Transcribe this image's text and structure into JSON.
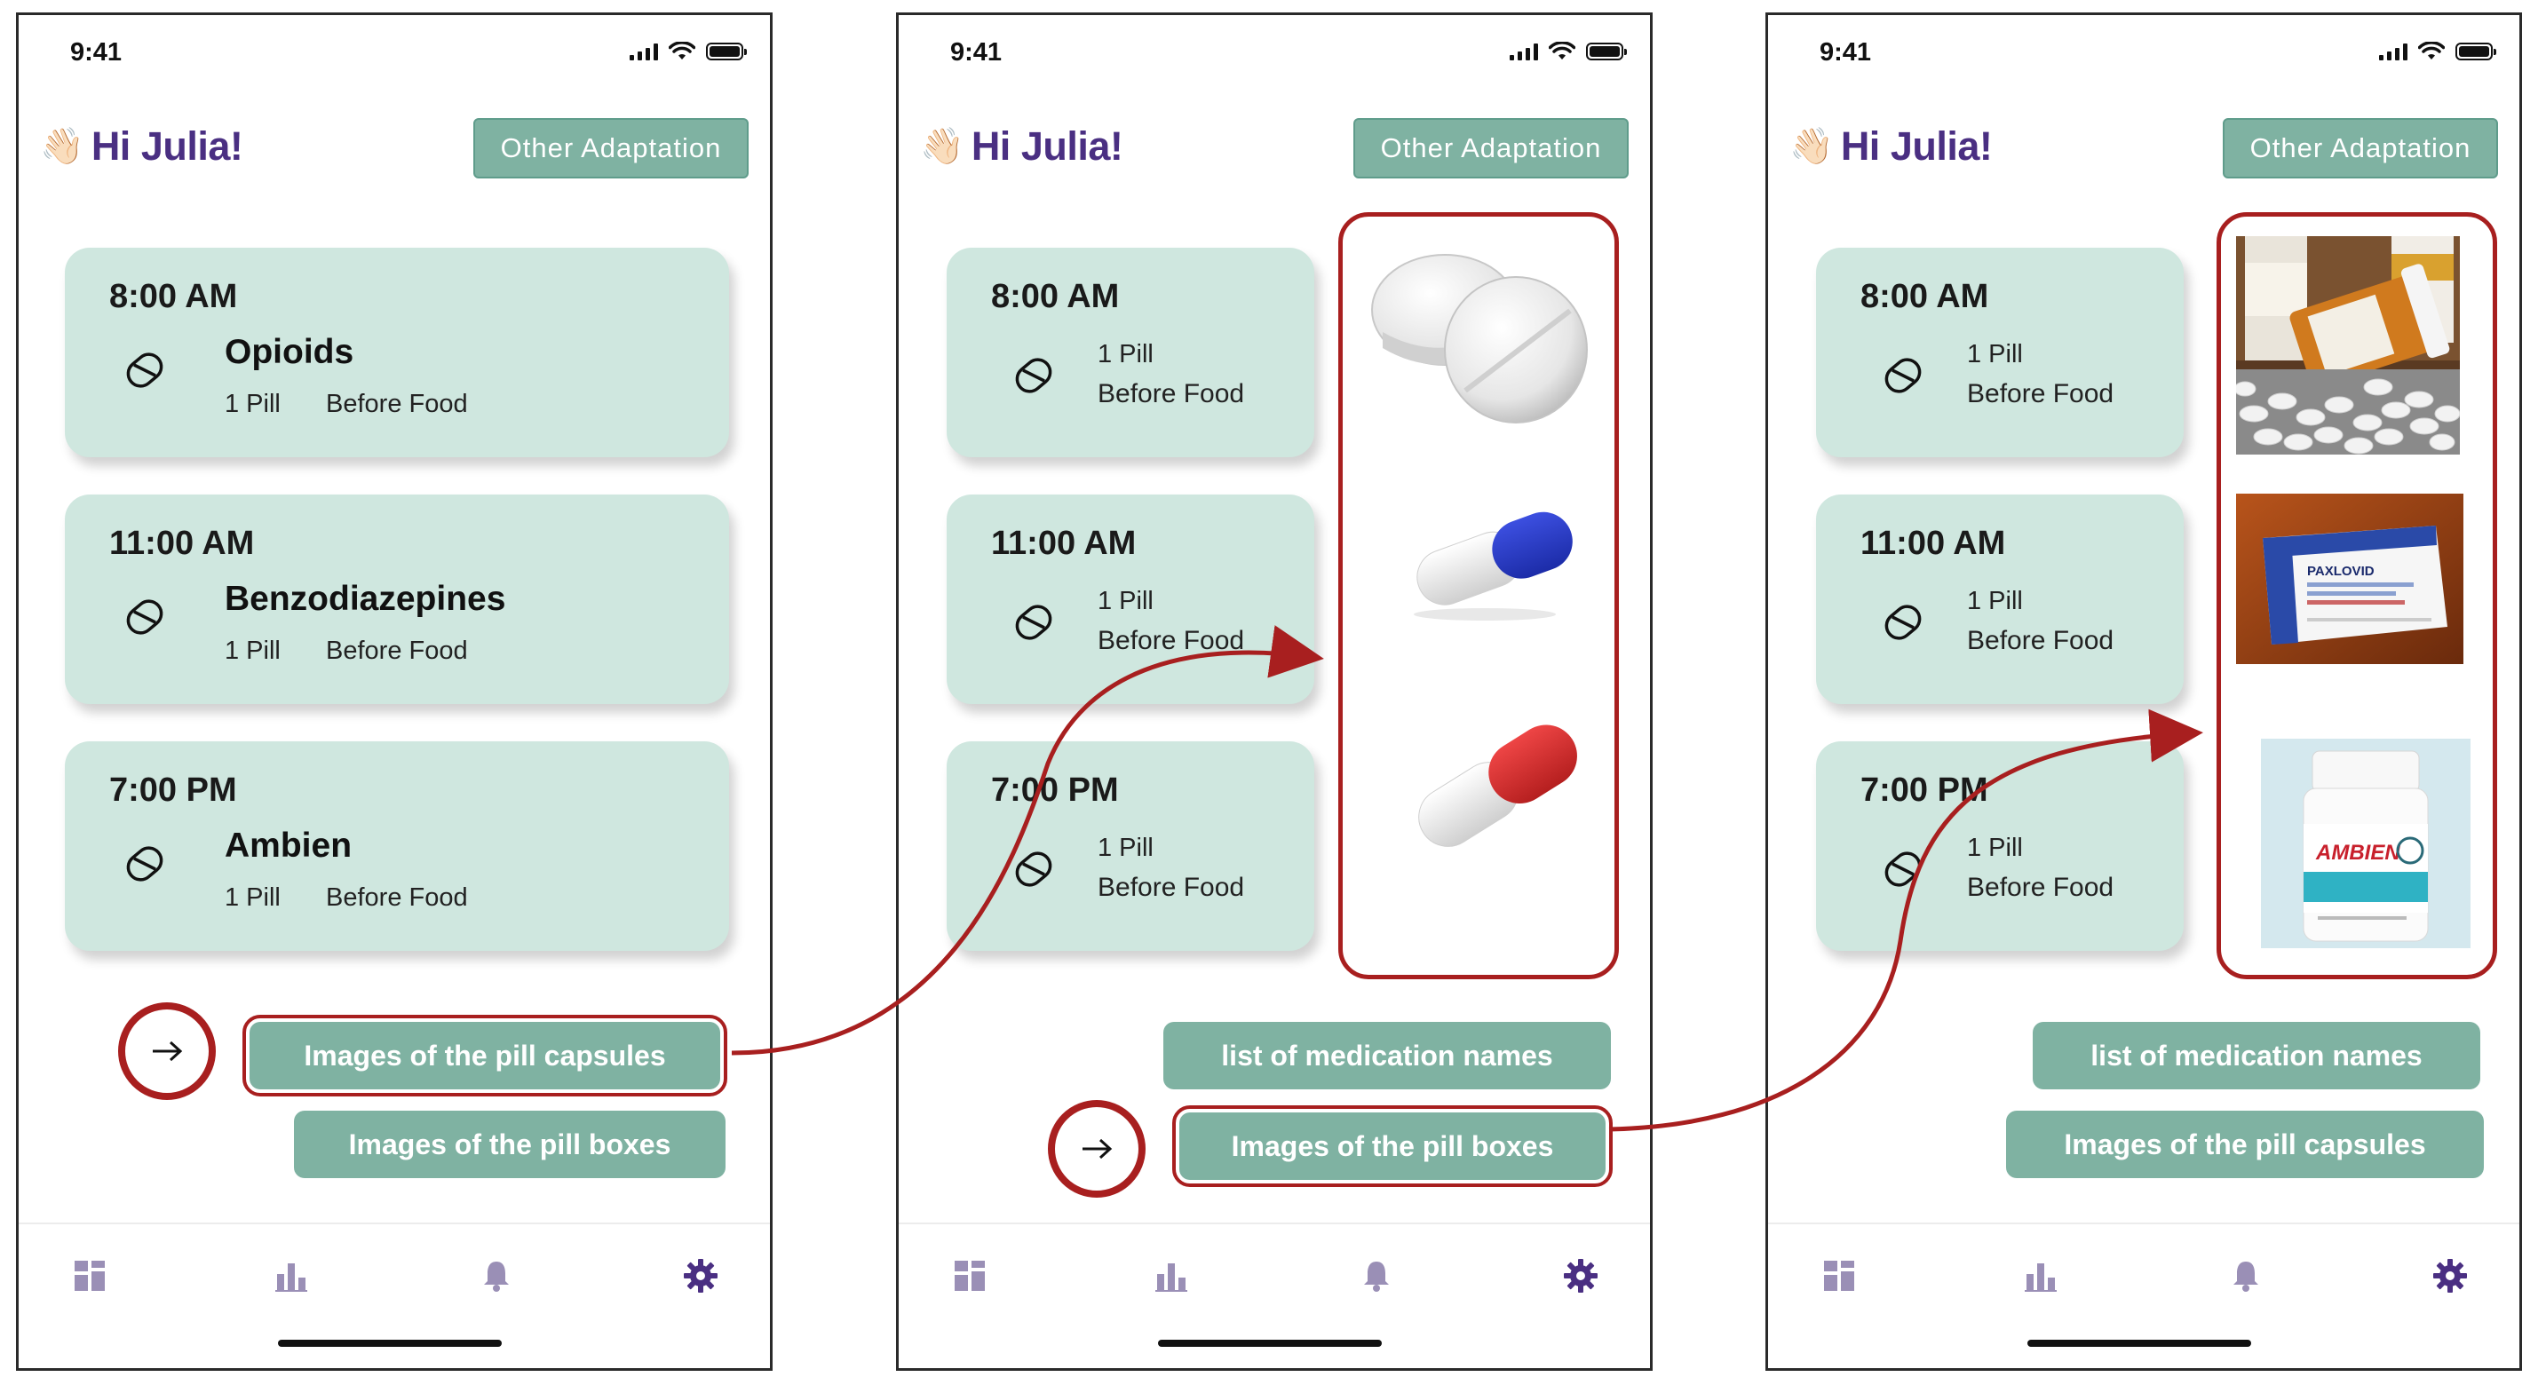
{
  "status": {
    "time": "9:41"
  },
  "greeting": {
    "wave": "👋🏻",
    "text": "Hi Julia!"
  },
  "header": {
    "other_adaptation": "Other Adaptation"
  },
  "screen1": {
    "cards": [
      {
        "time": "8:00 AM",
        "name": "Opioids",
        "qty": "1 Pill",
        "timing": "Before Food"
      },
      {
        "time": "11:00 AM",
        "name": "Benzodiazepines",
        "qty": "1 Pill",
        "timing": "Before Food"
      },
      {
        "time": "7:00 PM",
        "name": "Ambien",
        "qty": "1 Pill",
        "timing": "Before Food"
      }
    ],
    "options": {
      "primary": "Images of the pill capsules",
      "secondary": "Images of the pill boxes"
    }
  },
  "screen2": {
    "cards": [
      {
        "time": "8:00 AM",
        "qty": "1 Pill",
        "timing": "Before Food"
      },
      {
        "time": "11:00 AM",
        "qty": "1 Pill",
        "timing": "Before Food"
      },
      {
        "time": "7:00 PM",
        "qty": "1 Pill",
        "timing": "Before Food"
      }
    ],
    "options": {
      "first": "list of medication names",
      "selected": "Images of the pill boxes"
    }
  },
  "screen3": {
    "cards": [
      {
        "time": "8:00 AM",
        "qty": "1 Pill",
        "timing": "Before Food"
      },
      {
        "time": "11:00 AM",
        "qty": "1 Pill",
        "timing": "Before Food"
      },
      {
        "time": "7:00 PM",
        "qty": "1 Pill",
        "timing": "Before Food"
      }
    ],
    "options": {
      "first": "list of medication names",
      "second": "Images of the pill capsules"
    }
  },
  "photo_labels": {
    "paxlovid": "PAXLOVID",
    "ambien": "AMBIEN"
  },
  "colors": {
    "card": "#cfe7df",
    "button": "#7fb2a2",
    "highlight": "#a81f1f",
    "greeting": "#4a2f82",
    "nav_active": "#4a2f82",
    "nav_inactive": "#9a8fb6"
  },
  "nav_icons": [
    "dashboard-icon",
    "bar-chart-icon",
    "bell-icon",
    "gear-icon"
  ]
}
